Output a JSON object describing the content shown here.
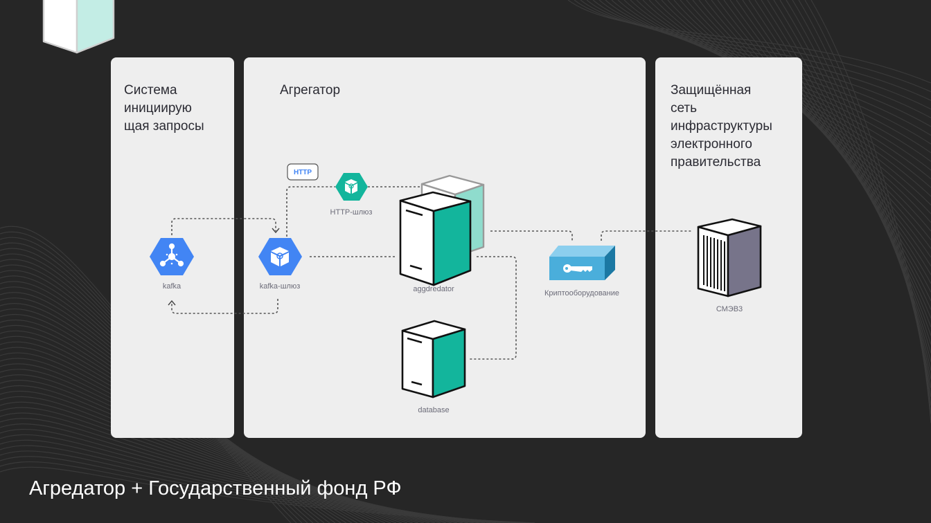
{
  "panels": {
    "initiator": {
      "title_lines": [
        "Система",
        "инициирую",
        "щая запросы"
      ]
    },
    "aggregator": {
      "title_lines": [
        "Агрегатор"
      ]
    },
    "gov_network": {
      "title_lines": [
        "Защищённая",
        "сеть",
        "инфраструктуры",
        "электронного",
        "правительства"
      ]
    }
  },
  "nodes": {
    "kafka": {
      "label": "kafka",
      "icon": "kafka-hub-icon"
    },
    "kafka_gateway": {
      "label": "kafka-шлюз",
      "icon": "gateway-cube-icon"
    },
    "http_badge": {
      "label": "HTTP"
    },
    "http_gateway": {
      "label": "HTTP-шлюз",
      "icon": "gateway-cube-icon"
    },
    "aggregator": {
      "label": "aggdredator",
      "icon": "server-cluster-icon"
    },
    "database": {
      "label": "database",
      "icon": "server-icon"
    },
    "crypto": {
      "label": "Криптооборудование",
      "icon": "key-box-icon"
    },
    "smev": {
      "label": "СМЭВ3",
      "icon": "server-icon"
    }
  },
  "colors": {
    "background": "#262626",
    "panel": "#eeeeee",
    "blue": "#4285f4",
    "teal": "#13b59c",
    "crypto": "#4aaedb",
    "smev_side": "#77748a"
  },
  "footer": {
    "title": "Агредатор + Государственный фонд РФ"
  }
}
